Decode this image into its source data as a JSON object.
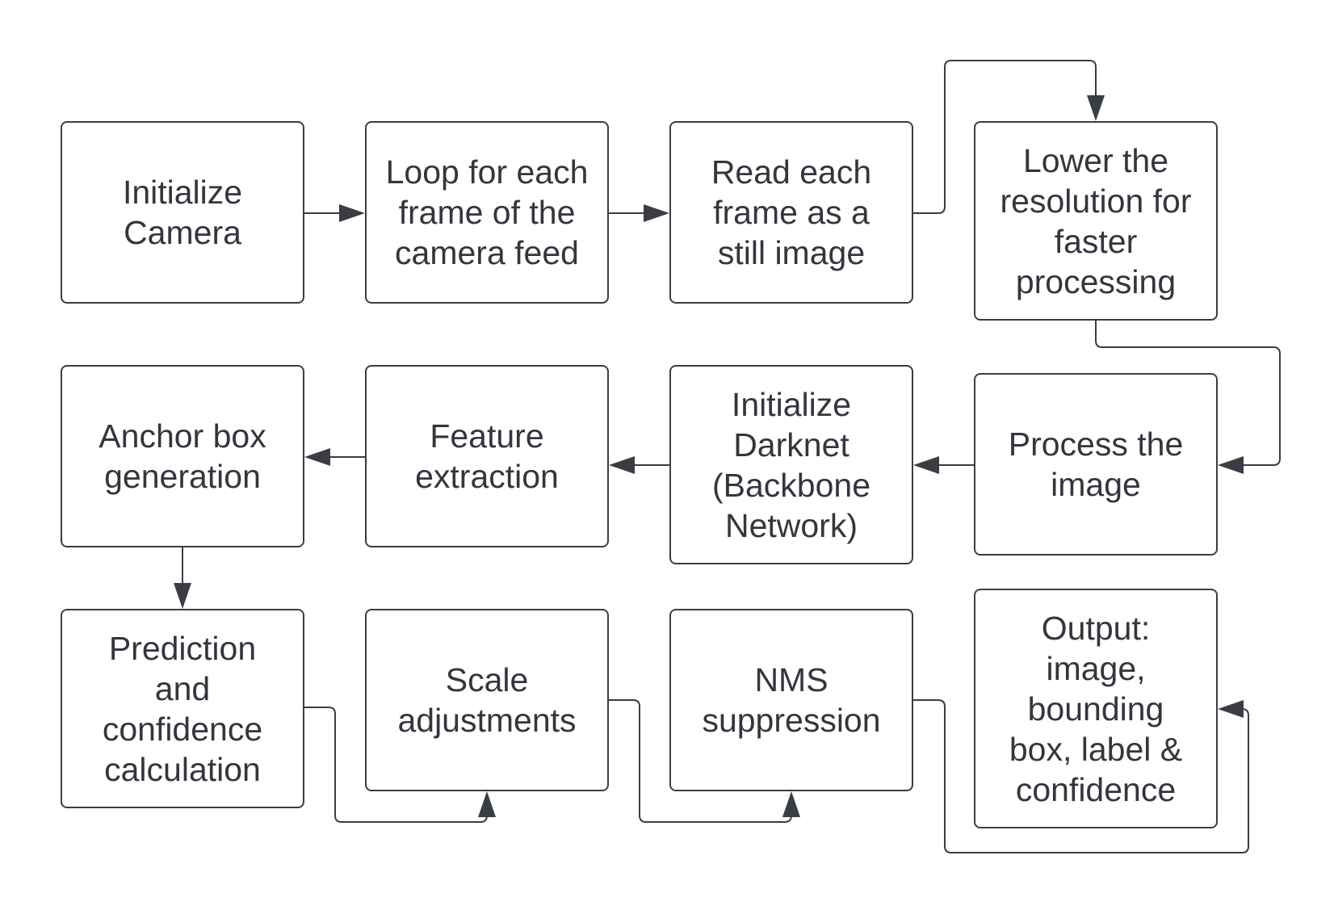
{
  "colors": {
    "stroke": "#3a3d44",
    "text": "#33363d",
    "background": "#ffffff"
  },
  "nodes": {
    "init_camera": "Initialize\nCamera",
    "loop": "Loop for each\nframe of the\ncamera feed",
    "read": "Read each\nframe as a\nstill image",
    "lower": "Lower the\nresolution for\nfaster\nprocessing",
    "process": "Process the\nimage",
    "darknet": "Initialize\nDarknet\n(Backbone\nNetwork)",
    "feature": "Feature\nextraction",
    "anchor": "Anchor box\ngeneration",
    "prediction": "Prediction\nand\nconfidence\ncalculation",
    "scale": "Scale\nadjustments",
    "nms": "NMS\nsuppression",
    "output": "Output:\nimage,\nbounding\nbox, label &\nconfidence"
  },
  "edges": [
    {
      "from": "init_camera",
      "to": "loop"
    },
    {
      "from": "loop",
      "to": "read"
    },
    {
      "from": "read",
      "to": "lower"
    },
    {
      "from": "lower",
      "to": "process"
    },
    {
      "from": "process",
      "to": "darknet"
    },
    {
      "from": "darknet",
      "to": "feature"
    },
    {
      "from": "feature",
      "to": "anchor"
    },
    {
      "from": "anchor",
      "to": "prediction"
    },
    {
      "from": "prediction",
      "to": "scale"
    },
    {
      "from": "scale",
      "to": "nms"
    },
    {
      "from": "nms",
      "to": "output"
    }
  ]
}
